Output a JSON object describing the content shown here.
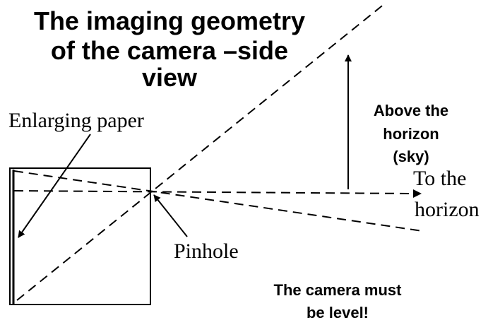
{
  "title_lines": [
    "The imaging geometry",
    "of the camera –side",
    "view"
  ],
  "labels": {
    "enlarging_paper": "Enlarging paper",
    "pinhole": "Pinhole",
    "above_horizon": [
      "Above the",
      "horizon",
      "(sky)"
    ],
    "to_horizon": [
      "To the",
      "horizon"
    ],
    "level_note": [
      "The camera must",
      "be level!"
    ]
  }
}
